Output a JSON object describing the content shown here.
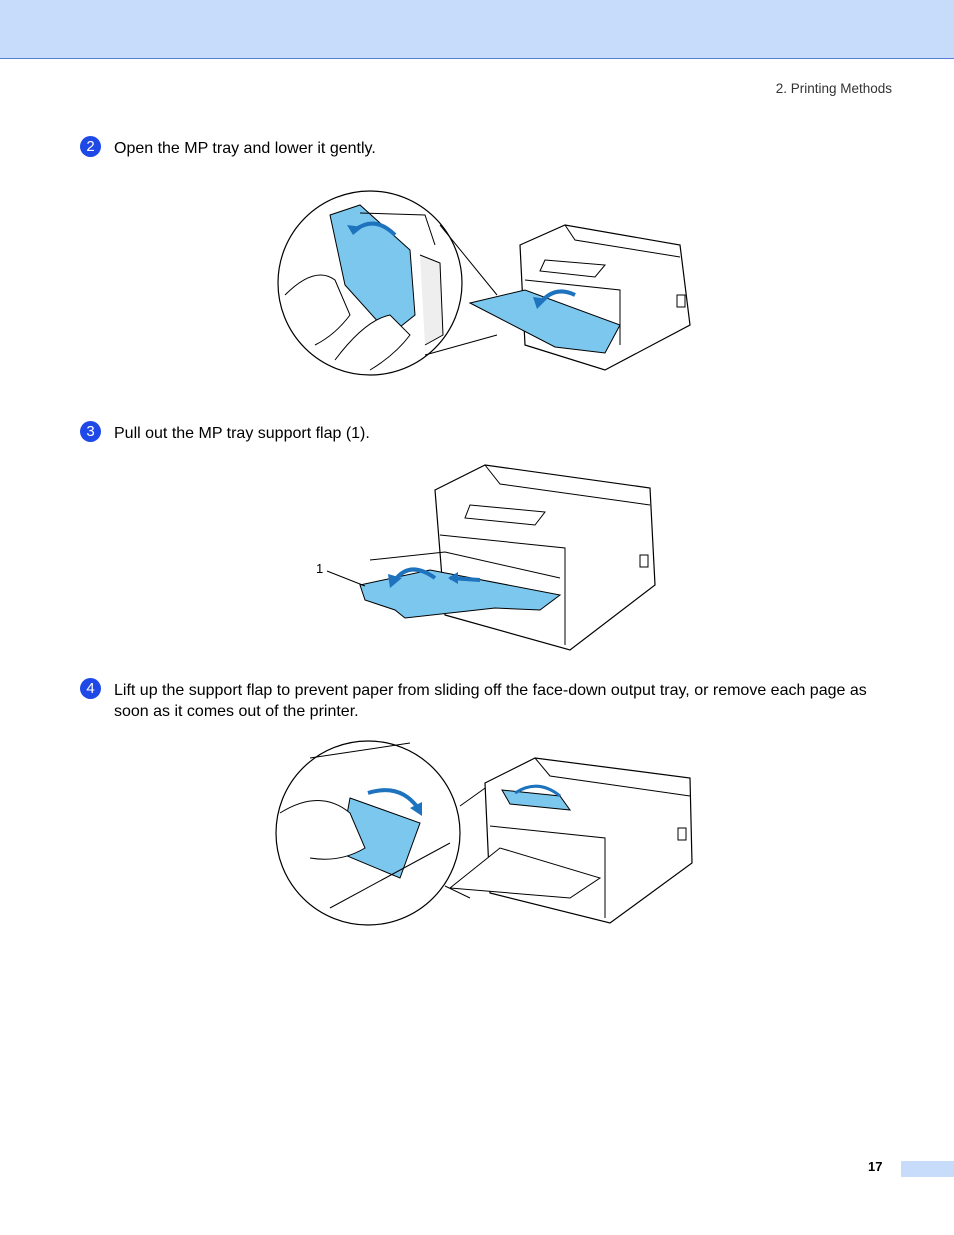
{
  "header": {
    "section": "2. Printing Methods"
  },
  "steps": [
    {
      "number": "2",
      "text": "Open the MP tray and lower it gently."
    },
    {
      "number": "3",
      "text": "Pull out the MP tray support flap (1)."
    },
    {
      "number": "4",
      "text": "Lift up the support flap to prevent paper from sliding off the face-down output tray, or remove each page as soon as it comes out of the printer."
    }
  ],
  "figure2": {
    "callout": "1"
  },
  "footer": {
    "page_number": "17"
  },
  "colors": {
    "accent": "#1e49e6",
    "band": "#c7dbfb",
    "tray_blue": "#7cc7ee"
  }
}
